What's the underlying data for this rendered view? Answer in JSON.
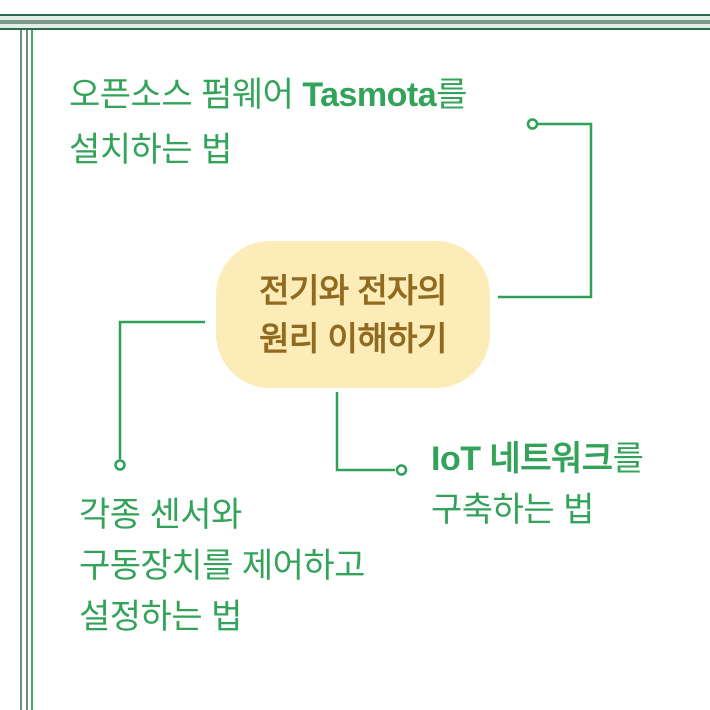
{
  "colors": {
    "text_green": "#33a35a",
    "line_green": "#2da157",
    "bubble_fill": "#fcecb8",
    "bubble_text": "#916a20",
    "band_dark": "#2e6a50",
    "band_gray": "#7e998c",
    "band_pale": "#e0efe6",
    "vert_gray": "#6d8f7e",
    "vert_green": "#49a96b"
  },
  "center_bubble": {
    "line1": "전기와 전자의",
    "line2": "원리 이해하기"
  },
  "topics": {
    "tasmota": {
      "prefix": "오픈소스 펌웨어 ",
      "highlight": "Tasmota",
      "suffix": "를",
      "line2": "설치하는 법"
    },
    "iot": {
      "highlight": "IoT 네트워크",
      "suffix": "를",
      "line2": "구축하는 법"
    },
    "sensors": {
      "line1": "각종 센서와",
      "line2": "구동장치를 제어하고",
      "line3": "설정하는 법"
    }
  }
}
